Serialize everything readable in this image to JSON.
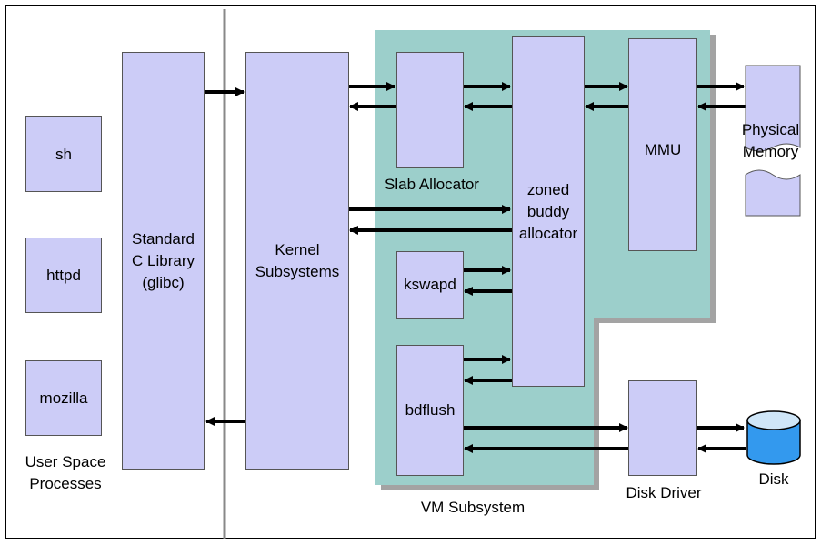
{
  "colors": {
    "box_fill": "#ccccf7",
    "vm_region_fill": "#9ccfcb",
    "vm_region_shadow": "#a3a3a3",
    "disk_fill": "#3399ee",
    "disk_top": "#cfe6f8"
  },
  "user_space": {
    "processes": [
      "sh",
      "httpd",
      "mozilla"
    ],
    "caption": "User Space\nProcesses"
  },
  "glibc": {
    "label": "Standard\nC Library\n(glibc)"
  },
  "kernel": {
    "label": "Kernel\nSubsystems"
  },
  "vm": {
    "caption": "VM Subsystem",
    "slab_caption": "Slab Allocator",
    "kswapd": "kswapd",
    "bdflush": "bdflush",
    "buddy": "zoned\nbuddy\nallocator",
    "mmu": "MMU"
  },
  "physical_memory": {
    "label": "Physical\nMemory"
  },
  "disk_driver": {
    "label": "Disk Driver"
  },
  "disk": {
    "label": "Disk"
  }
}
